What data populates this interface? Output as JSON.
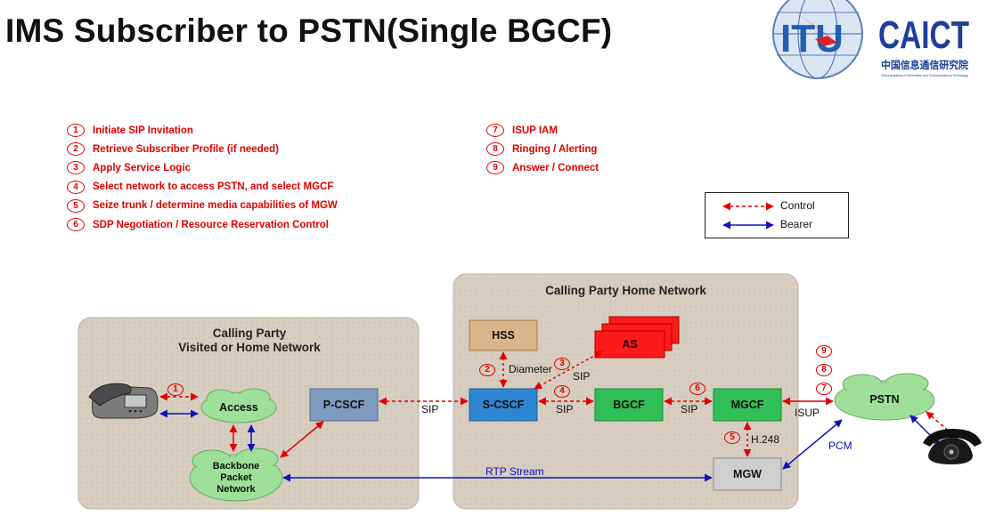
{
  "title": "IMS Subscriber to PSTN(Single BGCF)",
  "logos": {
    "itu": "ITU",
    "caict": "CAICT",
    "caict_cn": "中国信息通信研究院",
    "caict_en": "China Academy of Information and Communications Technology"
  },
  "steps_left": [
    {
      "n": "1",
      "text": "Initiate SIP Invitation"
    },
    {
      "n": "2",
      "text": "Retrieve Subscriber Profile (if needed)"
    },
    {
      "n": "3",
      "text": "Apply Service Logic"
    },
    {
      "n": "4",
      "text": "Select network to access PSTN, and select MGCF"
    },
    {
      "n": "5",
      "text": "Seize trunk / determine media capabilities of MGW"
    },
    {
      "n": "6",
      "text": "SDP Negotiation / Resource Reservation Control"
    }
  ],
  "steps_right": [
    {
      "n": "7",
      "text": "ISUP IAM"
    },
    {
      "n": "8",
      "text": "Ringing / Alerting"
    },
    {
      "n": "9",
      "text": "Answer / Connect"
    }
  ],
  "legend": {
    "control": "Control",
    "bearer": "Bearer"
  },
  "networks": {
    "visited": "Calling Party\nVisited or Home Network",
    "home": "Calling Party Home Network"
  },
  "nodes": {
    "hss": "HSS",
    "as": "AS",
    "access": "Access",
    "pcscf": "P-CSCF",
    "scscf": "S-CSCF",
    "bgcf": "BGCF",
    "mgcf": "MGCF",
    "mgw": "MGW",
    "pstn": "PSTN",
    "backbone": "Backbone\nPacket\nNetwork"
  },
  "links": {
    "sip1": "SIP",
    "sip2": "SIP",
    "sip3": "SIP",
    "sip_as": "SIP",
    "diameter": "Diameter",
    "isup": "ISUP",
    "h248": "H.248",
    "pcm": "PCM",
    "rtp": "RTP Stream"
  },
  "markers": {
    "m1": "1",
    "m2": "2",
    "m3": "3",
    "m4": "4",
    "m5": "5",
    "m6": "6",
    "m7": "7",
    "m8": "8",
    "m9": "9"
  },
  "colors": {
    "control": "#e00000",
    "bearer": "#1010c0",
    "hss": "#d9b58a",
    "as": "#ff1a1a",
    "pcscf": "#7f9cc0",
    "scscf": "#2f86d0",
    "bgcf": "#2fbf56",
    "mgcf": "#2fbf56",
    "mgw": "#cfcfcf",
    "cloud": "#9ee09a",
    "network_bg": "#d8cfc2"
  }
}
